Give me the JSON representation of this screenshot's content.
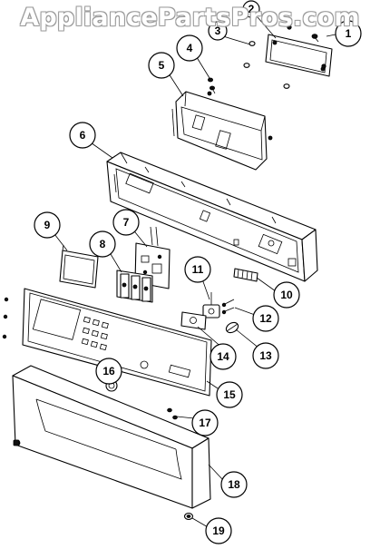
{
  "watermark": "AppliancePartsPros.com",
  "callouts": [
    {
      "id": "1",
      "label": "1"
    },
    {
      "id": "2",
      "label": "2"
    },
    {
      "id": "3",
      "label": "3"
    },
    {
      "id": "4",
      "label": "4"
    },
    {
      "id": "5",
      "label": "5"
    },
    {
      "id": "6",
      "label": "6"
    },
    {
      "id": "7",
      "label": "7"
    },
    {
      "id": "8",
      "label": "8"
    },
    {
      "id": "9",
      "label": "9"
    },
    {
      "id": "10",
      "label": "10"
    },
    {
      "id": "11",
      "label": "11"
    },
    {
      "id": "12",
      "label": "12"
    },
    {
      "id": "13",
      "label": "13"
    },
    {
      "id": "14",
      "label": "14"
    },
    {
      "id": "15",
      "label": "15"
    },
    {
      "id": "16",
      "label": "16"
    },
    {
      "id": "17",
      "label": "17"
    },
    {
      "id": "18",
      "label": "18"
    },
    {
      "id": "19",
      "label": "19"
    }
  ]
}
